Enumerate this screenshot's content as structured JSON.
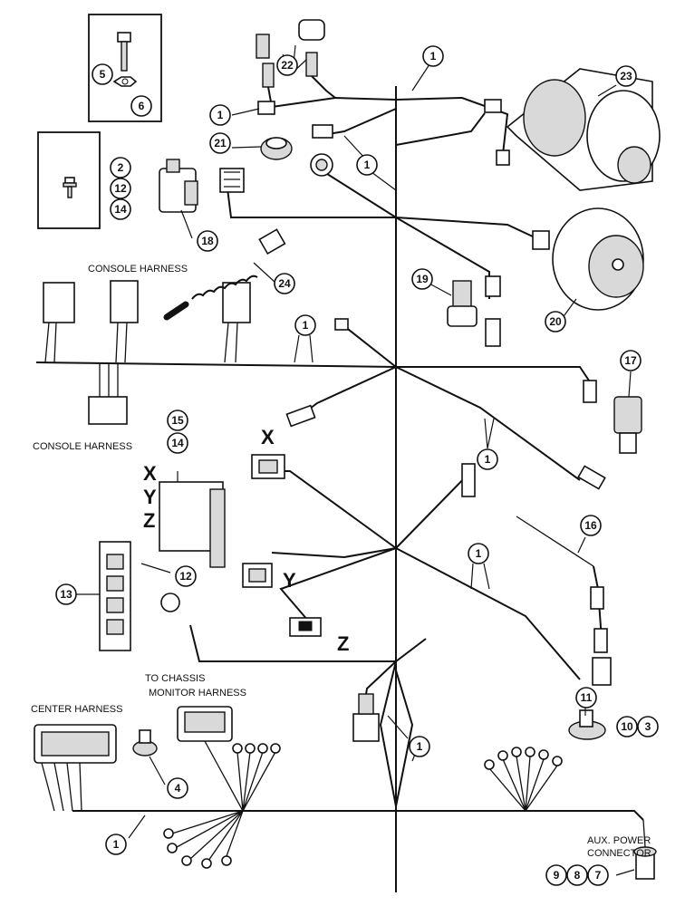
{
  "labels": {
    "console_harness_top": "CONSOLE HARNESS",
    "console_harness_bottom": "CONSOLE HARNESS",
    "to_chassis_line1": "TO CHASSIS",
    "to_chassis_line2": "MONITOR HARNESS",
    "center_harness": "CENTER HARNESS",
    "aux_power_line1": "AUX. POWER",
    "aux_power_line2": "CONNECTOR"
  },
  "connector_letters": {
    "x_left": "X",
    "y_left": "Y",
    "z_left": "Z",
    "x_conn": "X",
    "y_conn": "Y",
    "z_conn": "Z"
  },
  "callouts": {
    "c1_top": "1",
    "c1_left_top": "1",
    "c1_mid_top": "1",
    "c1_console": "1",
    "c1_right_mid": "1",
    "c1_right_low": "1",
    "c1_center": "1",
    "c1_bottom": "1",
    "c2": "2",
    "c3": "3",
    "c4": "4",
    "c5": "5",
    "c6": "6",
    "c7": "7",
    "c8": "8",
    "c9": "9",
    "c10": "10",
    "c11": "11",
    "c12_box": "12",
    "c12_pin": "12",
    "c13": "13",
    "c14_box": "14",
    "c14_mod": "14",
    "c15": "15",
    "c16": "16",
    "c17": "17",
    "c18": "18",
    "c19": "19",
    "c20": "20",
    "c21": "21",
    "c22": "22",
    "c23": "23",
    "c24": "24"
  }
}
